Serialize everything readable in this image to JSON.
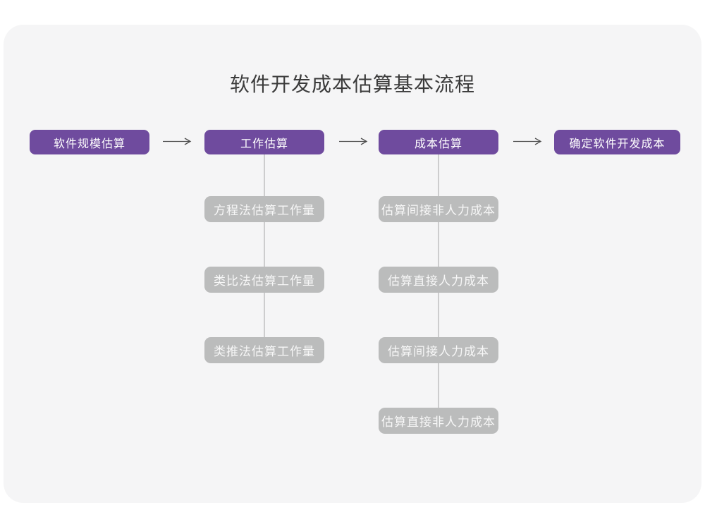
{
  "title": "软件开发成本估算基本流程",
  "colors": {
    "primary_purple": "#6F4B9E",
    "secondary_gray": "#BBBCBC",
    "card_background": "#F5F5F6",
    "page_background": "#FFFFFF",
    "arrow_stroke": "#4C4C4C",
    "connector_line": "#CDCDCE",
    "title_text": "#3B3B3B",
    "box_text": "#FFFFFF"
  },
  "flow": {
    "steps": [
      {
        "label": "软件规模估算"
      },
      {
        "label": "工作估算"
      },
      {
        "label": "成本估算"
      },
      {
        "label": "确定软件开发成本"
      }
    ]
  },
  "branches": {
    "work": {
      "parent": "工作估算",
      "items": [
        {
          "label": "方程法估算工作量"
        },
        {
          "label": "类比法估算工作量"
        },
        {
          "label": "类推法估算工作量"
        }
      ]
    },
    "cost": {
      "parent": "成本估算",
      "items": [
        {
          "label": "估算间接非人力成本"
        },
        {
          "label": "估算直接人力成本"
        },
        {
          "label": "估算间接人力成本"
        },
        {
          "label": "估算直接非人力成本"
        }
      ]
    }
  }
}
